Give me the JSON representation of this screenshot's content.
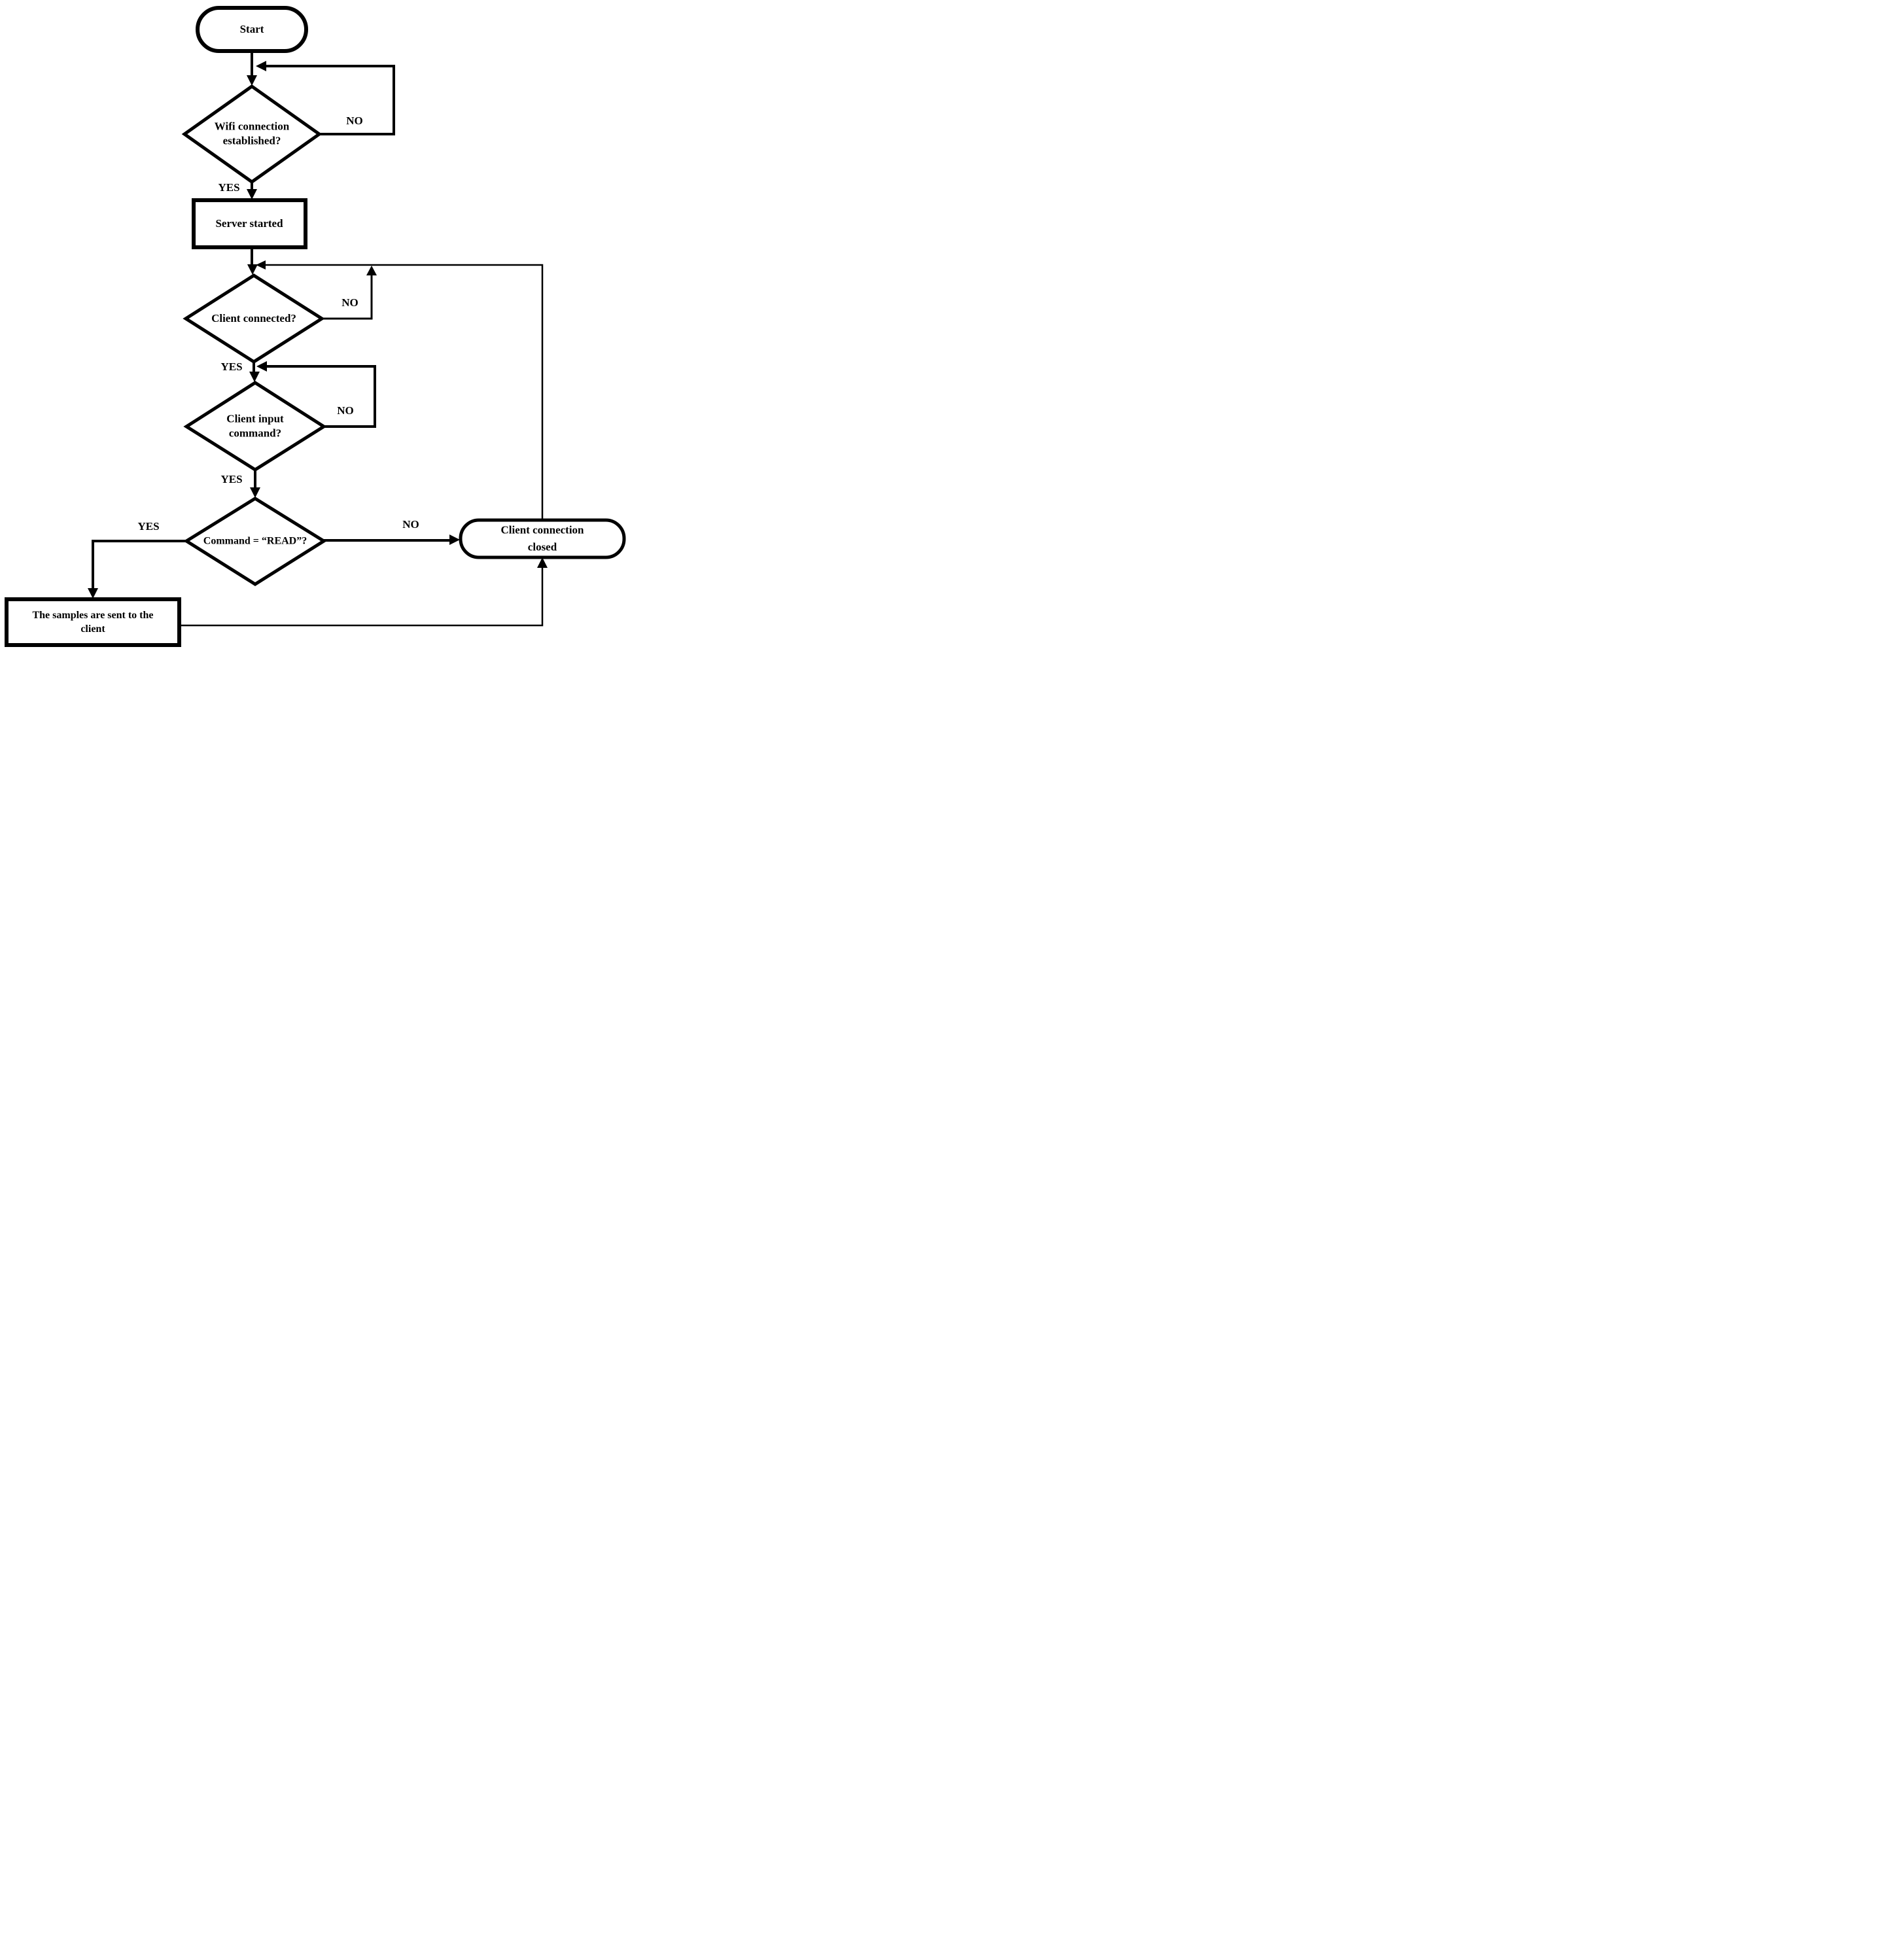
{
  "figure": {
    "type": "flowchart",
    "background_color": "#ffffff",
    "stroke_color": "#000000"
  },
  "nodes": {
    "start": {
      "type": "terminator",
      "label": "Start"
    },
    "wifi_decision": {
      "type": "decision",
      "line1": "Wifi connection",
      "line2": "established?"
    },
    "server_started": {
      "type": "process",
      "label": "Server started"
    },
    "client_connected": {
      "type": "decision",
      "label": "Client connected?"
    },
    "client_input": {
      "type": "decision",
      "line1": "Client input",
      "line2": "command?"
    },
    "command_read": {
      "type": "decision",
      "label": "Command = “READ”?"
    },
    "samples_sent": {
      "type": "process",
      "line1": "The samples are sent to the",
      "line2": "client"
    },
    "connection_closed": {
      "type": "terminator",
      "line1": "Client connection",
      "line2": "closed"
    }
  },
  "edge_labels": {
    "wifi_no": "NO",
    "wifi_yes": "YES",
    "connected_no": "NO",
    "connected_yes": "YES",
    "input_no": "NO",
    "input_yes": "YES",
    "read_no": "NO",
    "read_yes": "YES"
  }
}
